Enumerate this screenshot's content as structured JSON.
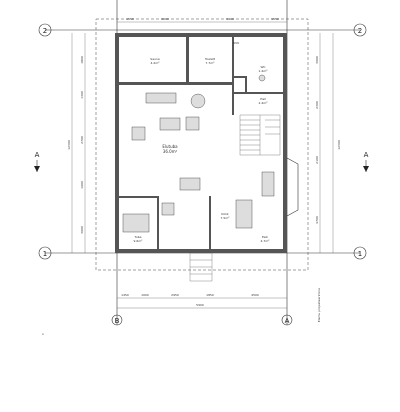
{
  "axes": {
    "top_left": "2",
    "top_right": "2",
    "bottom_left": "1",
    "bottom_right": "1",
    "bottom_b": "B",
    "bottom_a": "A",
    "left_a": "A",
    "right_a": "A"
  },
  "rooms": {
    "top_left_room": [
      "Sauna",
      "4.2m²"
    ],
    "top_right_room": [
      "Toalett",
      "7.7m²"
    ],
    "wc": [
      "WC",
      "1.4m²"
    ],
    "hall_right": [
      "Hall",
      "2.4m²"
    ],
    "living": [
      "Elutuba",
      "36.0m²"
    ],
    "bedroom": [
      "Tuba",
      "9.6m²"
    ],
    "kitchen": [
      "Köök",
      "7.5m²"
    ],
    "entry": [
      "Esik",
      "4.7m²"
    ]
  },
  "labels": {
    "project_note": "Elamu projekteerimine",
    "ovk": "OVK"
  },
  "dimensions": {
    "top": [
      "1550",
      "3000",
      "3400",
      "1550"
    ],
    "left_outer": "12300",
    "left_inner": [
      "1800",
      "1300",
      "2700",
      "1600",
      "3000"
    ],
    "right_outer": "12300",
    "right_inner": [
      "3000",
      "2300",
      "2100",
      "4700"
    ],
    "bottom": [
      "1450",
      "1000",
      "2950",
      "1850",
      "4500",
      "5900"
    ]
  },
  "page_number": "x"
}
